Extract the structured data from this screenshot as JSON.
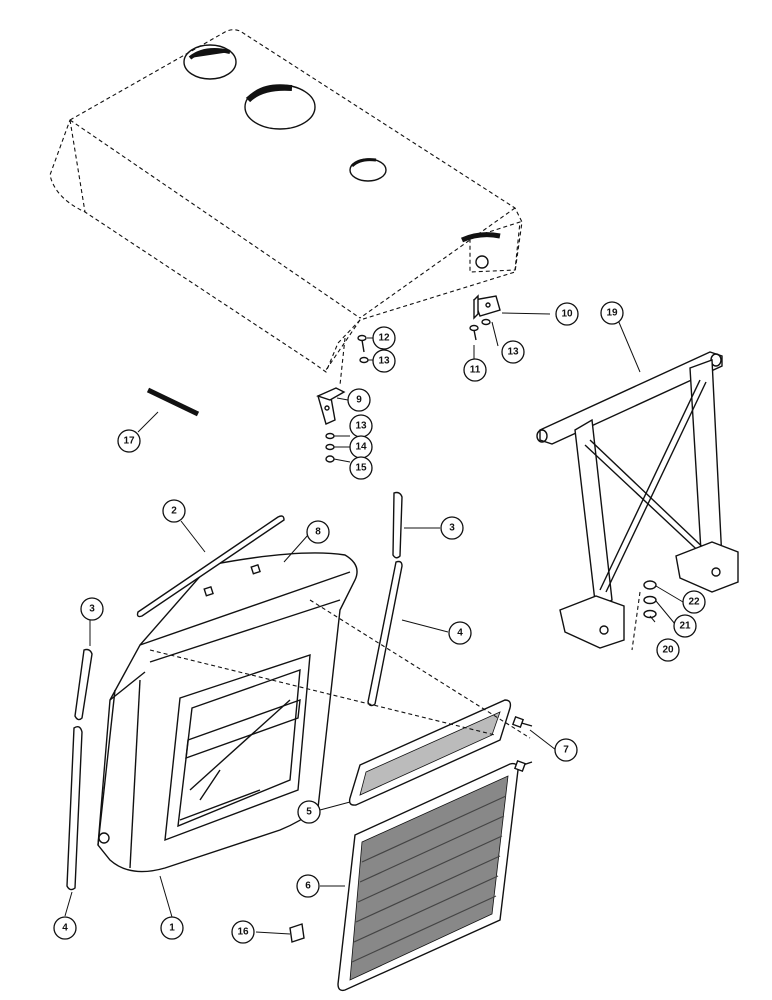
{
  "callouts": [
    {
      "id": "c1",
      "label": "1"
    },
    {
      "id": "c2",
      "label": "2"
    },
    {
      "id": "c3a",
      "label": "3"
    },
    {
      "id": "c3b",
      "label": "3"
    },
    {
      "id": "c4a",
      "label": "4"
    },
    {
      "id": "c4b",
      "label": "4"
    },
    {
      "id": "c5",
      "label": "5"
    },
    {
      "id": "c6",
      "label": "6"
    },
    {
      "id": "c7",
      "label": "7"
    },
    {
      "id": "c8",
      "label": "8"
    },
    {
      "id": "c9",
      "label": "9"
    },
    {
      "id": "c10",
      "label": "10"
    },
    {
      "id": "c11",
      "label": "11"
    },
    {
      "id": "c12",
      "label": "12"
    },
    {
      "id": "c13a",
      "label": "13"
    },
    {
      "id": "c13b",
      "label": "13"
    },
    {
      "id": "c13c",
      "label": "13"
    },
    {
      "id": "c14",
      "label": "14"
    },
    {
      "id": "c15",
      "label": "15"
    },
    {
      "id": "c16",
      "label": "16"
    },
    {
      "id": "c17",
      "label": "17"
    },
    {
      "id": "c19",
      "label": "19"
    },
    {
      "id": "c20",
      "label": "20"
    },
    {
      "id": "c21",
      "label": "21"
    },
    {
      "id": "c22",
      "label": "22"
    }
  ]
}
